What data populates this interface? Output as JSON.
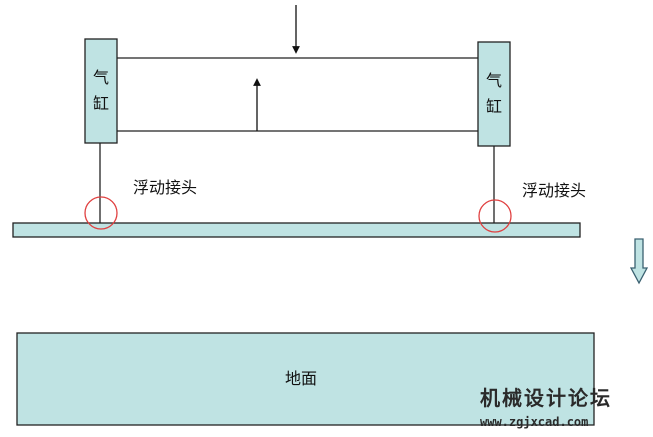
{
  "colors": {
    "box_fill": "#bfe3e3",
    "stroke": "#222222",
    "circle": "#e04040",
    "text": "#111111"
  },
  "cylinders": {
    "left": {
      "line1": "气",
      "line2": "缸"
    },
    "right": {
      "line1": "气",
      "line2": "缸"
    }
  },
  "joint_labels": {
    "left": "浮动接头",
    "right": "浮动接头"
  },
  "ground_label": "地面",
  "watermark": {
    "title": "机械设计论坛",
    "url": "www.zgjxcad.com"
  }
}
